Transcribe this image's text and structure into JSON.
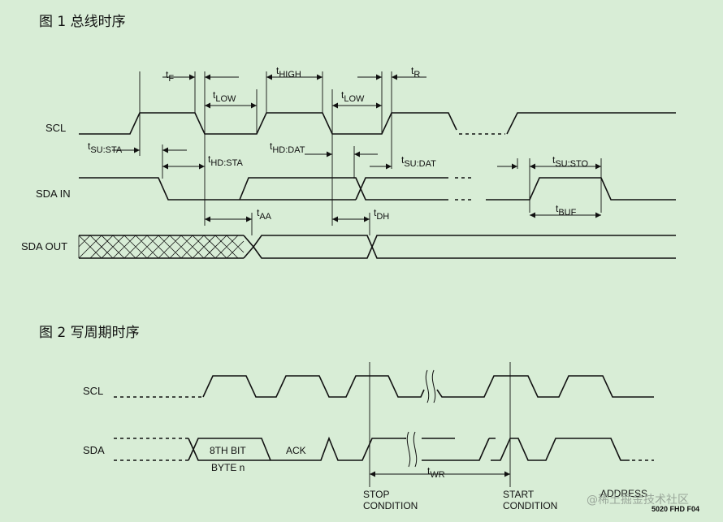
{
  "fig1": {
    "title": "图 1   总线时序",
    "signals": {
      "scl": "SCL",
      "sda_in": "SDA IN",
      "sda_out": "SDA OUT"
    },
    "timings": {
      "tf": "F",
      "tlow1": "LOW",
      "thigh": "HIGH",
      "tlow2": "LOW",
      "tr": "R",
      "tsu_sta": "SU:STA",
      "thd_sta": "HD:STA",
      "thd_dat": "HD:DAT",
      "tsu_dat": "SU:DAT",
      "tsu_sto": "SU:STO",
      "tbuf": "BUF",
      "taa": "AA",
      "tdh": "DH"
    }
  },
  "fig2": {
    "title": "图 2   写周期时序",
    "signals": {
      "scl": "SCL",
      "sda": "SDA"
    },
    "labels": {
      "bit8": "8TH BIT",
      "byte_n": "BYTE n",
      "ack": "ACK",
      "twr": "WR",
      "stop_1": "STOP",
      "stop_2": "CONDITION",
      "start_1": "START",
      "start_2": "CONDITION",
      "address": "ADDRESS",
      "code": "5020 FHD F04"
    }
  },
  "watermark": "@稀土掘金技术社区"
}
